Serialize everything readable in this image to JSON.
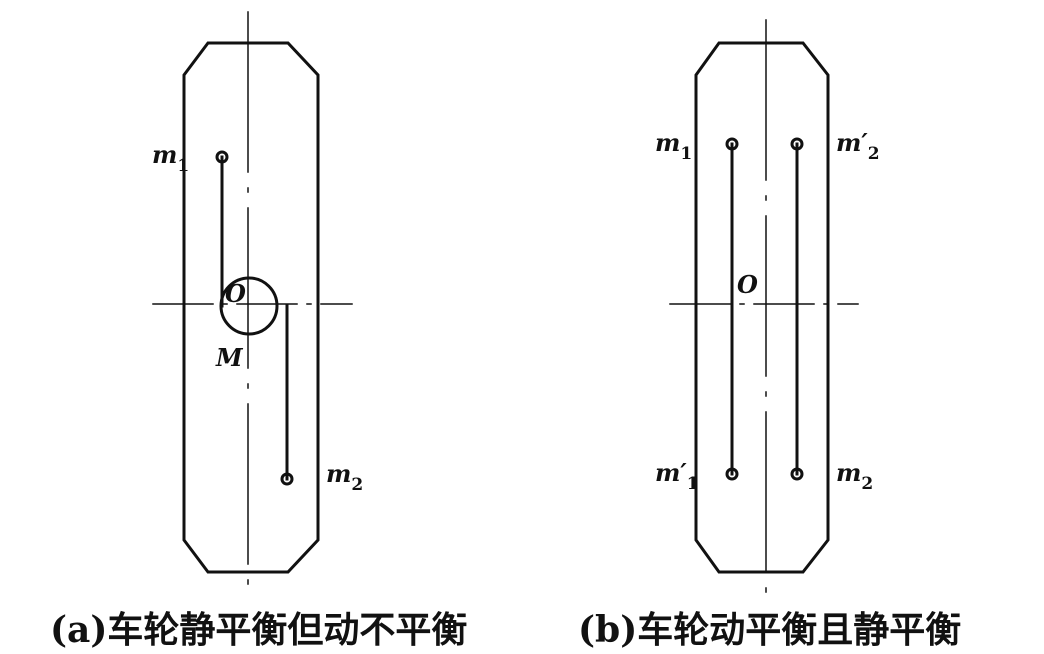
{
  "panel_a": {
    "caption": "(a)车轮静平衡但动不平衡",
    "center_label": "O",
    "mass_label": "M",
    "mass_1": {
      "base": "m",
      "sub": "1"
    },
    "mass_2": {
      "base": "m",
      "sub": "2"
    }
  },
  "panel_b": {
    "caption": "(b)车轮动平衡且静平衡",
    "center_label": "O",
    "mass_1": {
      "base": "m",
      "sub": "1"
    },
    "mass_1_prime": {
      "base": "m′",
      "sub": "1"
    },
    "mass_2": {
      "base": "m",
      "sub": "2"
    },
    "mass_2_prime": {
      "base": "m′",
      "sub": "2"
    }
  }
}
